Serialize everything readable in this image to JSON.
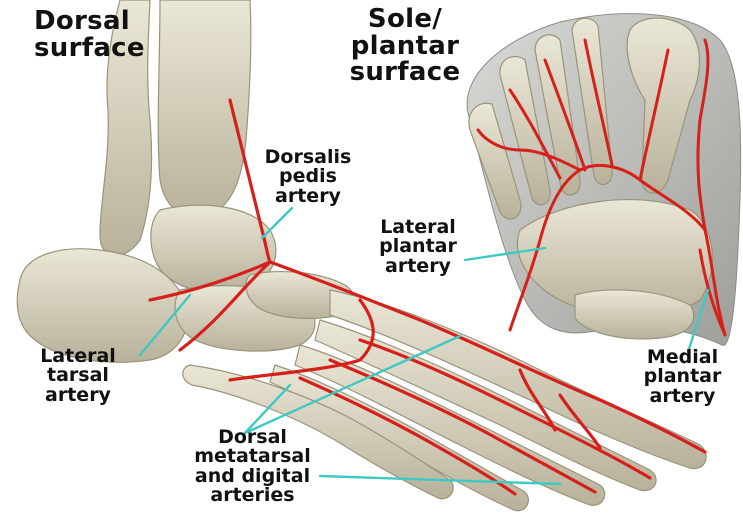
{
  "colors": {
    "bone": "#ddd8c2",
    "bone_shadow": "#a9a38c",
    "artery": "#d6201c",
    "leader": "#3ec9c3",
    "text": "#111111"
  },
  "panels": {
    "dorsal": {
      "title_lines": [
        "Dorsal",
        "surface"
      ]
    },
    "plantar": {
      "title_lines": [
        "Sole/",
        "plantar",
        "surface"
      ]
    }
  },
  "labels": {
    "dorsalis_pedis": [
      "Dorsalis",
      "pedis",
      "artery"
    ],
    "lateral_plantar": [
      "Lateral",
      "plantar",
      "artery"
    ],
    "lateral_tarsal": [
      "Lateral",
      "tarsal",
      "artery"
    ],
    "medial_plantar": [
      "Medial",
      "plantar",
      "artery"
    ],
    "dorsal_metatarsal": [
      "Dorsal",
      "metatarsal",
      "and digital",
      "arteries"
    ]
  }
}
